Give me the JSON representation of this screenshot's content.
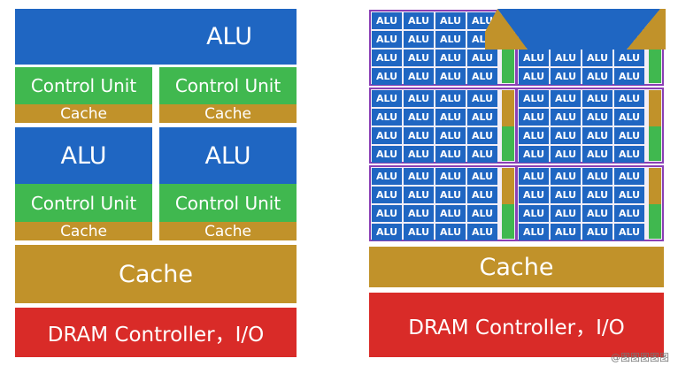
{
  "cpu": {
    "cores": [
      {
        "alu": "ALU",
        "control_unit": "Control Unit",
        "cache": "Cache"
      },
      {
        "alu": "ALU",
        "control_unit": "Control Unit",
        "cache": "Cache"
      },
      {
        "alu": "ALU",
        "control_unit": "Control Unit",
        "cache": "Cache"
      }
    ],
    "l2_cache": "Cache",
    "dram": "DRAM Controller，I/O"
  },
  "gpu": {
    "alu_label": "ALU",
    "cache": "Cache",
    "dram": "DRAM Controller，I/O"
  },
  "watermark": "@图图图图图",
  "colors": {
    "alu": "#1f66c2",
    "control": "#40b84f",
    "cache": "#c1922a",
    "dram": "#d92b28",
    "sm_border": "#8a3fb5"
  }
}
